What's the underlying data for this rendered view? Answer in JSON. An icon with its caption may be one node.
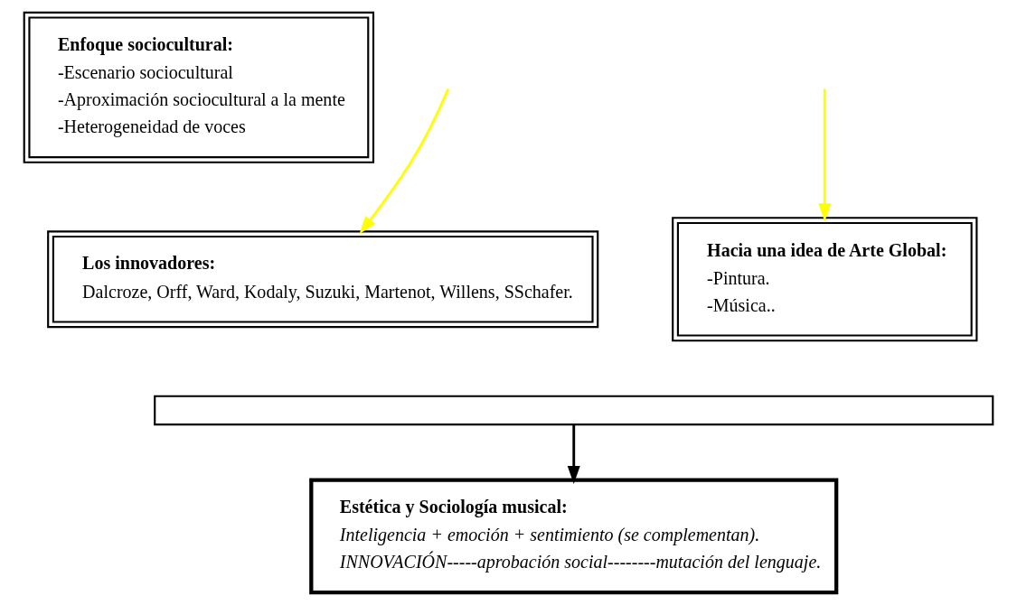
{
  "diagram": {
    "nodes": [
      {
        "text": [
          "Enfoque sociocultural:",
          "-Escenario sociocultural",
          "-Aproximación sociocultural a la mente",
          "-Heterogeneidad de voces"
        ]
      },
      {
        "text": [
          "Los innovadores:",
          "Dalcroze, Orff, Ward, Kodaly, Suzuki, Martenot, Willens, SSchafer."
        ]
      },
      {
        "text": [
          "Hacia una idea de Arte Global:",
          "-Pintura.",
          "-Música.."
        ]
      },
      {
        "text": [],
        "shape": "bar"
      },
      {
        "text": [
          "Estética y Sociología musical:",
          "Inteligencia + emoción + sentimiento (se complementan).",
          "INNOVACIÓN-----aprobación social--------mutación del lenguaje."
        ]
      }
    ],
    "edges": [
      {
        "from": null,
        "to": 1,
        "arrow": "to",
        "color": "#ffff00"
      },
      {
        "from": null,
        "to": 2,
        "arrow": "to",
        "color": "#ffff00"
      },
      {
        "from": 3,
        "to": 4,
        "arrow": "to",
        "color": "#000000"
      }
    ]
  }
}
